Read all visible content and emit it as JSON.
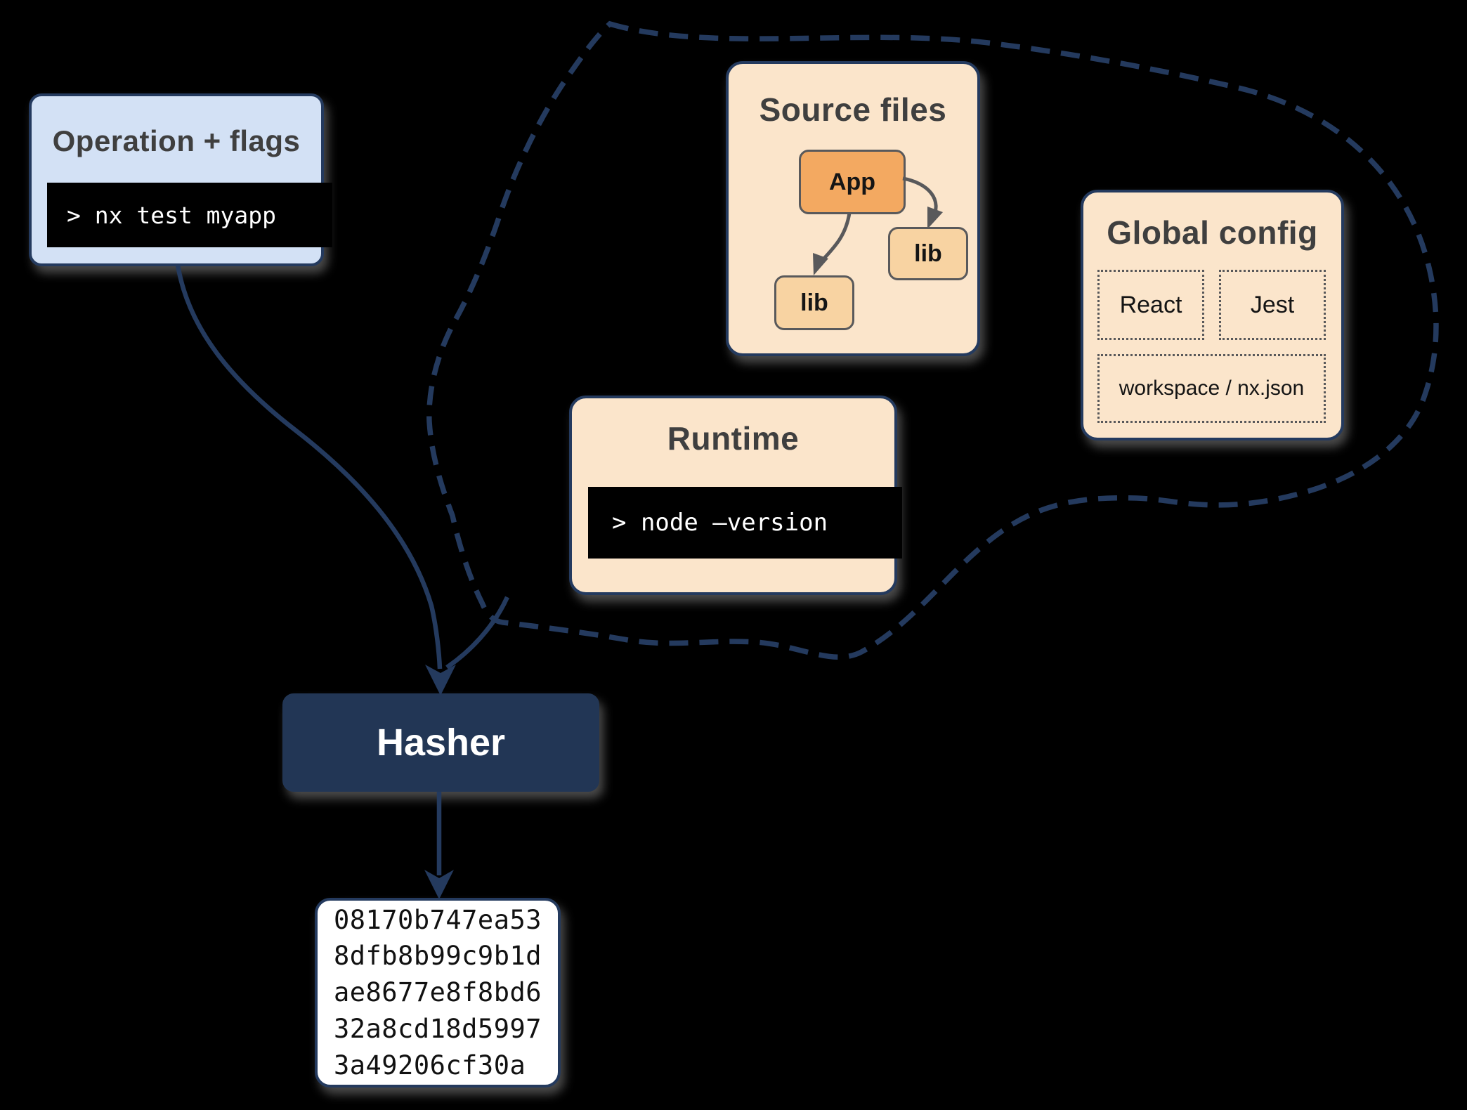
{
  "diagram": {
    "background": "#000000",
    "accent_navy": "#243a5e",
    "peach": "#fbe5cb",
    "light_blue": "#d3e1f5",
    "operation": {
      "title": "Operation + flags",
      "command": "> nx test myapp"
    },
    "cloud_inputs": {
      "source_files": {
        "title": "Source files",
        "app": "App",
        "lib_right": "lib",
        "lib_left": "lib"
      },
      "runtime": {
        "title": "Runtime",
        "command": "> node –version"
      },
      "global_config": {
        "title": "Global config",
        "plugin_react": "React",
        "plugin_jest": "Jest",
        "workspace": "workspace / nx.json"
      }
    },
    "hasher": {
      "label": "Hasher"
    },
    "hash_output": {
      "lines": [
        "08170b747ea53",
        "8dfb8b99c9b1d",
        "ae8677e8f8bd6",
        "32a8cd18d5997",
        "3a49206cf30a"
      ]
    }
  }
}
